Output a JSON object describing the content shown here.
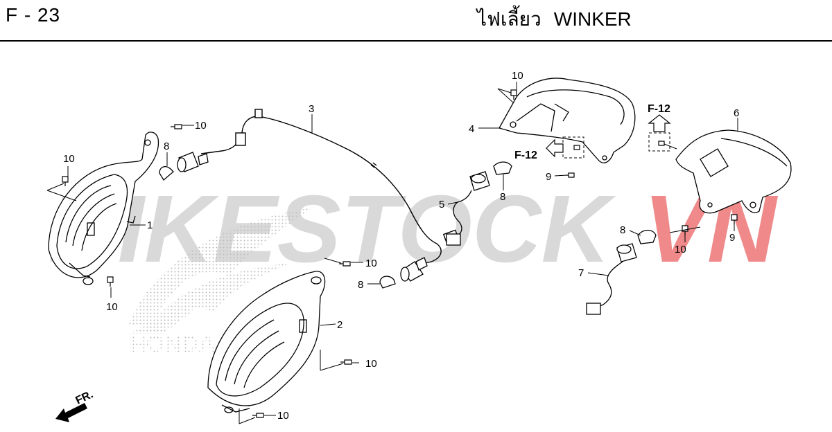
{
  "header": {
    "page_code": "F - 23",
    "title_thai": "ไฟเลี้ยว",
    "title_en": "WINKER"
  },
  "watermark": {
    "text_main": "BIKESTOCK",
    "text_accent": "VN",
    "accent_color": "#f08a8a",
    "main_color": "#d9d9d9"
  },
  "brand_mark": {
    "text": "HONDA"
  },
  "front_indicator": {
    "label": "FR."
  },
  "callouts": {
    "c1": "1",
    "c2": "2",
    "c3": "3",
    "c4": "4",
    "c5": "5",
    "c6": "6",
    "c7": "7",
    "c8a": "8",
    "c8b": "8",
    "c8c": "8",
    "c8d": "8",
    "c9a": "9",
    "c9b": "9",
    "c10a": "10",
    "c10b": "10",
    "c10c": "10",
    "c10d": "10",
    "c10e": "10",
    "c10f": "10",
    "c10g": "10",
    "c10h": "10"
  },
  "references": {
    "ref_left": "F-12",
    "ref_right": "F-12"
  }
}
